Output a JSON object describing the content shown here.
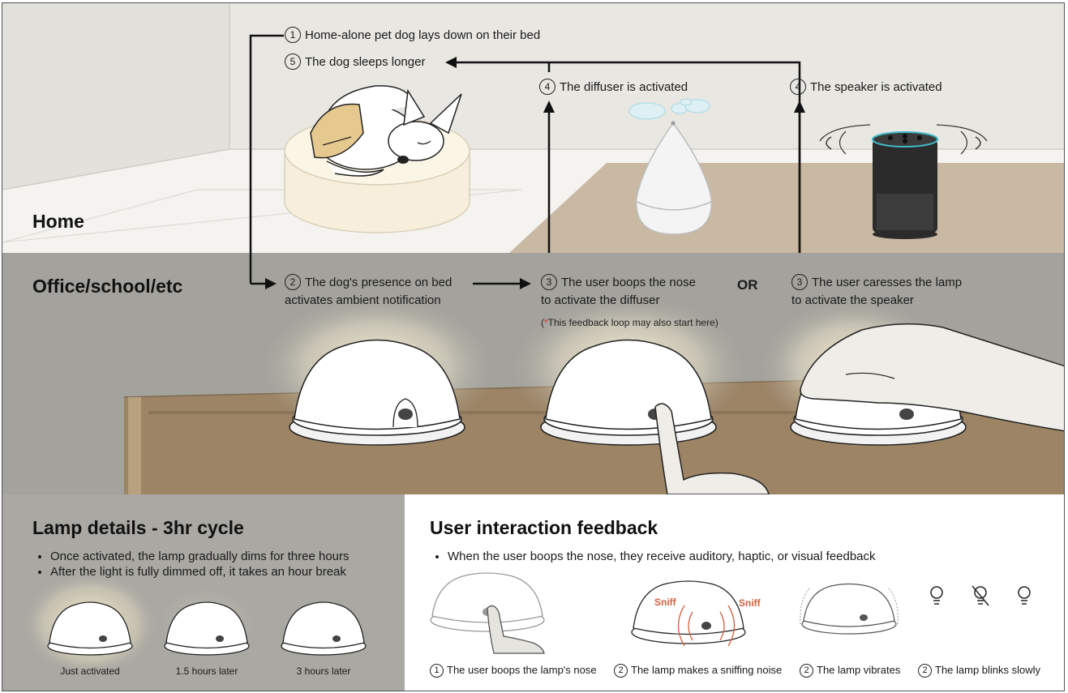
{
  "home": {
    "title": "Home",
    "step1": {
      "num": "1",
      "text": "Home-alone pet dog lays down on their bed"
    },
    "step5": {
      "num": "5",
      "text": "The dog sleeps longer"
    },
    "step4a": {
      "num": "4",
      "text": "The diffuser is activated"
    },
    "step4b": {
      "num": "4",
      "text": "The speaker is activated"
    }
  },
  "office": {
    "title": "Office/school/etc",
    "step2": {
      "num": "2",
      "line1": "The dog's presence on bed",
      "line2": "activates ambient notification"
    },
    "step3a": {
      "num": "3",
      "line1": "The user boops the nose",
      "line2": "to activate the diffuser"
    },
    "or_label": "OR",
    "step3b": {
      "num": "3",
      "line1": "The user caresses the lamp",
      "line2": "to activate the speaker"
    },
    "note_open": "(",
    "note_star": "*",
    "note_text": "This feedback loop may also start here)"
  },
  "lamp_details": {
    "title": "Lamp details - 3hr cycle",
    "bullets": [
      "Once activated, the lamp gradually dims for three hours",
      "After the light is fully dimmed off, it takes an hour break"
    ],
    "captions": [
      "Just activated",
      "1.5 hours later",
      "3 hours later"
    ]
  },
  "feedback": {
    "title": "User interaction feedback",
    "bullet": "When the user boops the nose, they receive auditory, haptic, or visual feedback",
    "sniff_label": "Sniff",
    "items": [
      {
        "num": "1",
        "text": "The user boops the lamp's nose"
      },
      {
        "num": "2",
        "text": "The lamp makes a sniffing noise"
      },
      {
        "num": "2",
        "text": "The lamp vibrates"
      },
      {
        "num": "2",
        "text": "The lamp blinks slowly"
      }
    ],
    "icons": [
      "lightbulb-on-icon",
      "lightbulb-off-icon",
      "lightbulb-on-icon"
    ]
  },
  "colors": {
    "home_bg": "#e8e7e2",
    "office_bg": "#a3a29c",
    "lamp_panel_bg": "#a9a8a2",
    "table": "#9c8465",
    "floor": "#c9b9a3",
    "accent_red": "#d23a2a"
  }
}
